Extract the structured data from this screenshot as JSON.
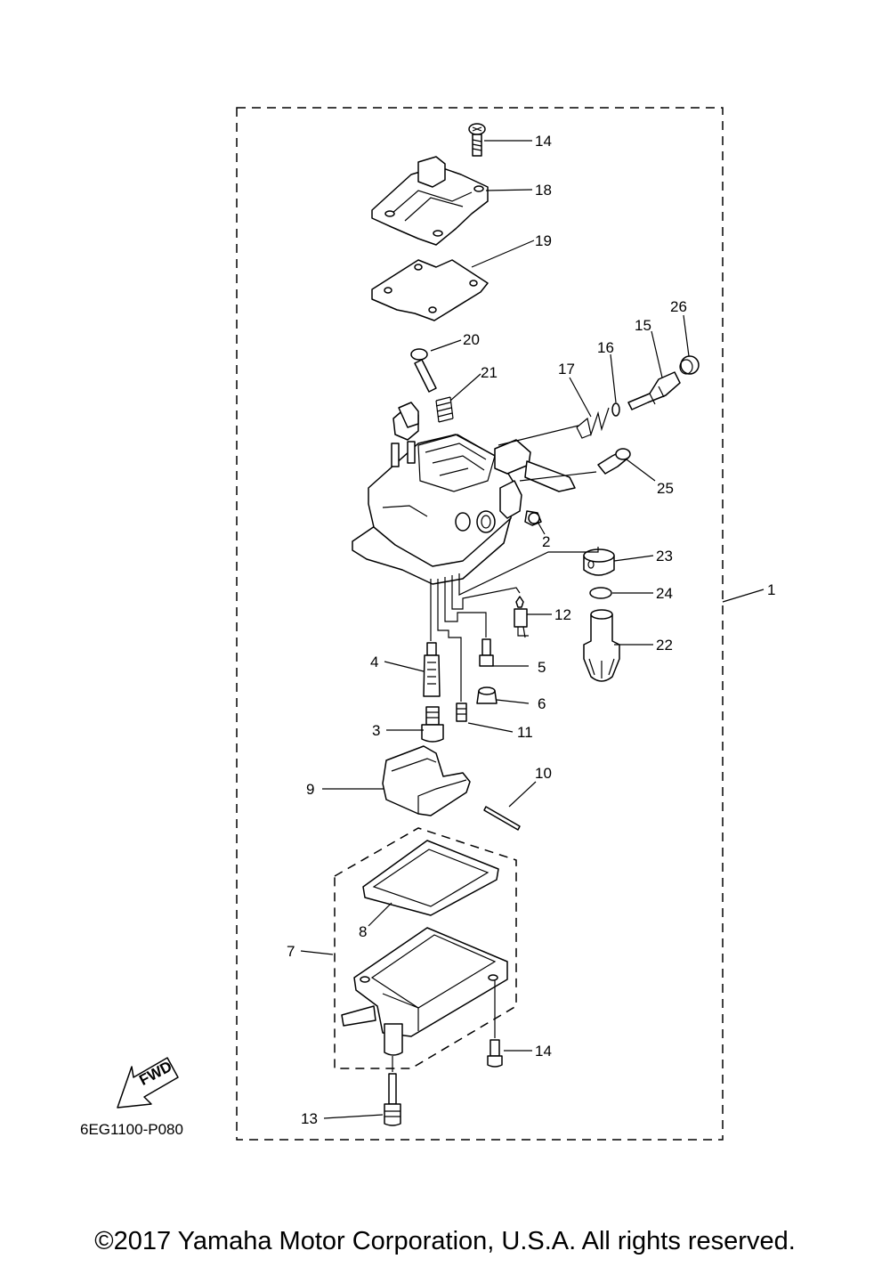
{
  "diagram": {
    "code": "6EG1100-P080",
    "fwd_label": "FWD",
    "callouts": {
      "c1": "1",
      "c2": "2",
      "c3": "3",
      "c4": "4",
      "c5": "5",
      "c6": "6",
      "c7": "7",
      "c8": "8",
      "c9": "9",
      "c10": "10",
      "c11": "11",
      "c12": "12",
      "c13": "13",
      "c14a": "14",
      "c14b": "14",
      "c15": "15",
      "c16": "16",
      "c17": "17",
      "c18": "18",
      "c19": "19",
      "c20": "20",
      "c21": "21",
      "c22": "22",
      "c23": "23",
      "c24": "24",
      "c25": "25",
      "c26": "26"
    }
  },
  "footer": {
    "copyright": "©2017 Yamaha Motor Corporation, U.S.A. All rights reserved."
  }
}
